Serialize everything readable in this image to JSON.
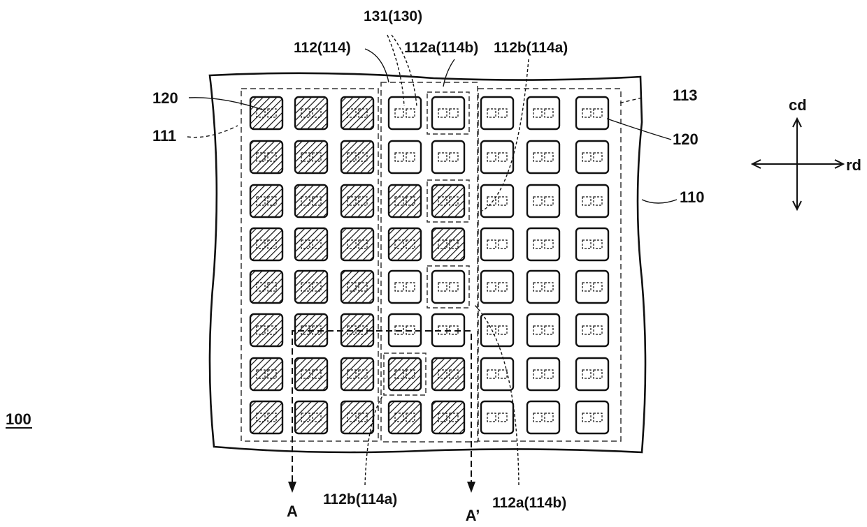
{
  "figure": {
    "panel_label": "100",
    "substrate_label": "110",
    "region_labels": {
      "first_region": "111",
      "third_region": "113"
    },
    "chip_labels": {
      "left": "120",
      "right": "120"
    },
    "top_labels": {
      "mid_region": "112(114)",
      "contact": "131(130)",
      "a_top": "112a(114b)",
      "b_top": "112b(114a)"
    },
    "bottom_labels": {
      "b_bottom": "112b(114a)",
      "a_bottom": "112a(114b)"
    },
    "section_labels": {
      "left": "A",
      "right": "A’"
    },
    "direction_labels": {
      "column": "cd",
      "row": "rd"
    },
    "grid": {
      "rows": 8,
      "columns": 8,
      "hatched_cells": [
        [
          0,
          0
        ],
        [
          0,
          1
        ],
        [
          0,
          2
        ],
        [
          1,
          0
        ],
        [
          1,
          1
        ],
        [
          1,
          2
        ],
        [
          2,
          0
        ],
        [
          2,
          1
        ],
        [
          2,
          2
        ],
        [
          2,
          3
        ],
        [
          2,
          4
        ],
        [
          3,
          0
        ],
        [
          3,
          1
        ],
        [
          3,
          2
        ],
        [
          3,
          3
        ],
        [
          3,
          4
        ],
        [
          4,
          0
        ],
        [
          4,
          1
        ],
        [
          4,
          2
        ],
        [
          5,
          0
        ],
        [
          5,
          1
        ],
        [
          5,
          2
        ],
        [
          6,
          0
        ],
        [
          6,
          1
        ],
        [
          6,
          2
        ],
        [
          6,
          3
        ],
        [
          6,
          4
        ],
        [
          7,
          0
        ],
        [
          7,
          1
        ],
        [
          7,
          2
        ],
        [
          7,
          3
        ],
        [
          7,
          4
        ]
      ],
      "highlighted_cells": [
        [
          0,
          4
        ],
        [
          2,
          4
        ],
        [
          4,
          4
        ],
        [
          6,
          3
        ]
      ]
    }
  }
}
